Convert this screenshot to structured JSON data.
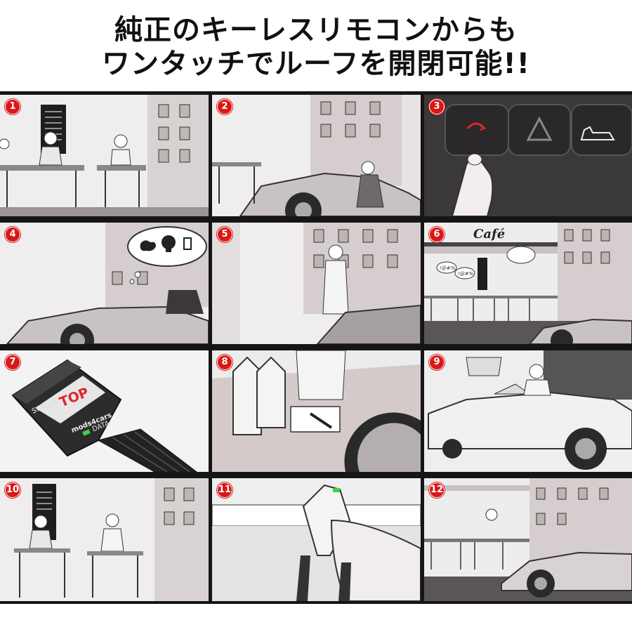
{
  "headline": {
    "line1": "純正のキーレスリモコンからも",
    "line2": "ワンタッチでルーフを開閉可能!!"
  },
  "panels": [
    {
      "number": "1"
    },
    {
      "number": "2"
    },
    {
      "number": "3"
    },
    {
      "number": "4"
    },
    {
      "number": "5"
    },
    {
      "number": "6",
      "sign": "Café",
      "bubble_left": "!@#%",
      "bubble_mid": "!@#%"
    },
    {
      "number": "7",
      "device": {
        "brand_small": "smart",
        "brand_big": "TOP",
        "maker": "mods4cars",
        "port_label": "DATA"
      }
    },
    {
      "number": "8"
    },
    {
      "number": "9"
    },
    {
      "number": "10"
    },
    {
      "number": "11"
    },
    {
      "number": "12"
    }
  ],
  "colors": {
    "badge": "#d81818",
    "border": "#151515",
    "accent_red": "#e0262b",
    "led_green": "#3fd14a"
  }
}
